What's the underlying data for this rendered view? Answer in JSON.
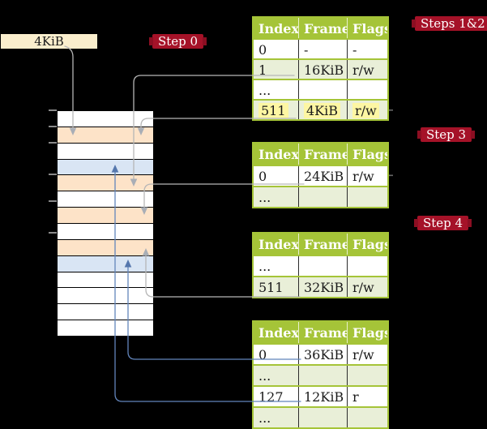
{
  "frame_label": {
    "text": "4KiB"
  },
  "badges": {
    "step0": "Step 0",
    "steps12": "Steps 1&2",
    "step3": "Step 3",
    "step4": "Step 4"
  },
  "colors": {
    "badge_bg": "#a51228",
    "table_accent": "#a5c438",
    "table_row_shade": "#e9efd8",
    "highlight_yellow": "#fdf6a3",
    "frame_label_bg": "#faeecd",
    "memory_pagetable_frame": "#fde3c8",
    "memory_data_frame": "#d9e5f4",
    "gray_connector": "#b6b6b6",
    "blue_connector": "#6285bb"
  },
  "memory": {
    "rows": [
      {
        "fill": "#ffffff"
      },
      {
        "fill": "#fde3c8"
      },
      {
        "fill": "#ffffff"
      },
      {
        "fill": "#d9e5f4"
      },
      {
        "fill": "#fde3c8"
      },
      {
        "fill": "#ffffff"
      },
      {
        "fill": "#fde3c8"
      },
      {
        "fill": "#ffffff"
      },
      {
        "fill": "#fde3c8"
      },
      {
        "fill": "#d9e5f4"
      },
      {
        "fill": "#ffffff"
      },
      {
        "fill": "#ffffff"
      },
      {
        "fill": "#ffffff"
      },
      {
        "fill": "#ffffff"
      }
    ]
  },
  "tables": [
    {
      "headers": [
        "Index",
        "Frame",
        "Flags"
      ],
      "rows": [
        {
          "index": "0",
          "frame": "-",
          "flags": "-"
        },
        {
          "index": "1",
          "frame": "16KiB",
          "flags": "r/w"
        },
        {
          "index": "...",
          "frame": "",
          "flags": ""
        },
        {
          "index": "511",
          "frame": "4KiB",
          "flags": "r/w"
        }
      ]
    },
    {
      "headers": [
        "Index",
        "Frame",
        "Flags"
      ],
      "rows": [
        {
          "index": "0",
          "frame": "24KiB",
          "flags": "r/w"
        },
        {
          "index": "...",
          "frame": "",
          "flags": ""
        }
      ]
    },
    {
      "headers": [
        "Index",
        "Frame",
        "Flags"
      ],
      "rows": [
        {
          "index": "...",
          "frame": "",
          "flags": ""
        },
        {
          "index": "511",
          "frame": "32KiB",
          "flags": "r/w"
        }
      ]
    },
    {
      "headers": [
        "Index",
        "Frame",
        "Flags"
      ],
      "rows": [
        {
          "index": "0",
          "frame": "36KiB",
          "flags": "r/w"
        },
        {
          "index": "...",
          "frame": "",
          "flags": ""
        },
        {
          "index": "127",
          "frame": "12KiB",
          "flags": "r"
        },
        {
          "index": "...",
          "frame": "",
          "flags": ""
        }
      ]
    }
  ]
}
